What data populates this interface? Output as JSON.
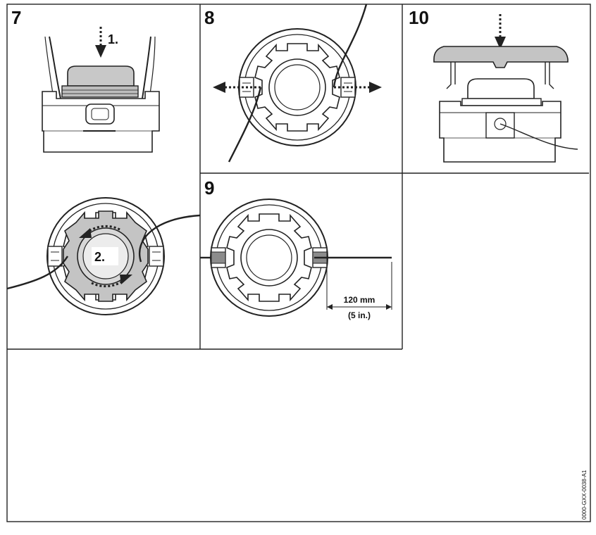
{
  "panels": {
    "p7": {
      "step": "7",
      "callout_1": "1.",
      "callout_2": "2."
    },
    "p8": {
      "step": "8"
    },
    "p9": {
      "step": "9",
      "dim_mm": "120 mm",
      "dim_in": "(5 in.)"
    },
    "p10": {
      "step": "10"
    }
  },
  "figure_code": "0000-GXX-0038-A1"
}
